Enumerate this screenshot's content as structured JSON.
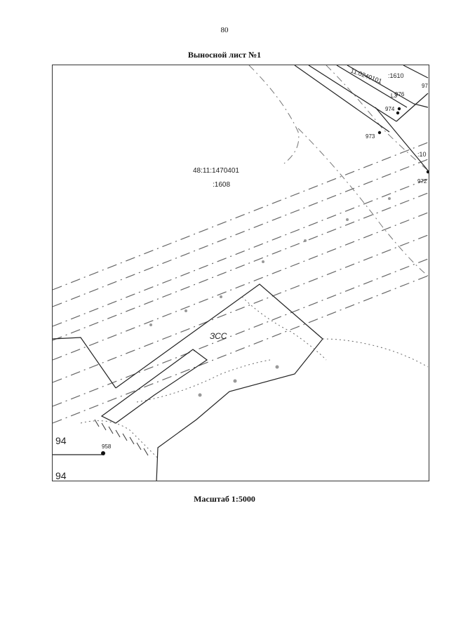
{
  "header": {
    "page_number": "80",
    "title": "Выносной лист №1"
  },
  "map": {
    "cadastral_quarter": "48:11:1470401",
    "parcel_main": ":1608",
    "parcel_ne_1": ":1610",
    "parcel_ne_2": ":10",
    "quarter_ne": "11:0240101",
    "zone_label": "ЗСС",
    "left_number_1": "94",
    "left_number_2": "94",
    "points": {
      "p976": "976",
      "p974": "974",
      "p973": "973",
      "p972": "972",
      "p958": "958",
      "p97": "97"
    },
    "ne_small_label": "L3"
  },
  "footer": {
    "scale": "Масштаб 1:5000"
  },
  "colors": {
    "line": "#333333",
    "dashed": "#666666",
    "text": "#222222"
  }
}
